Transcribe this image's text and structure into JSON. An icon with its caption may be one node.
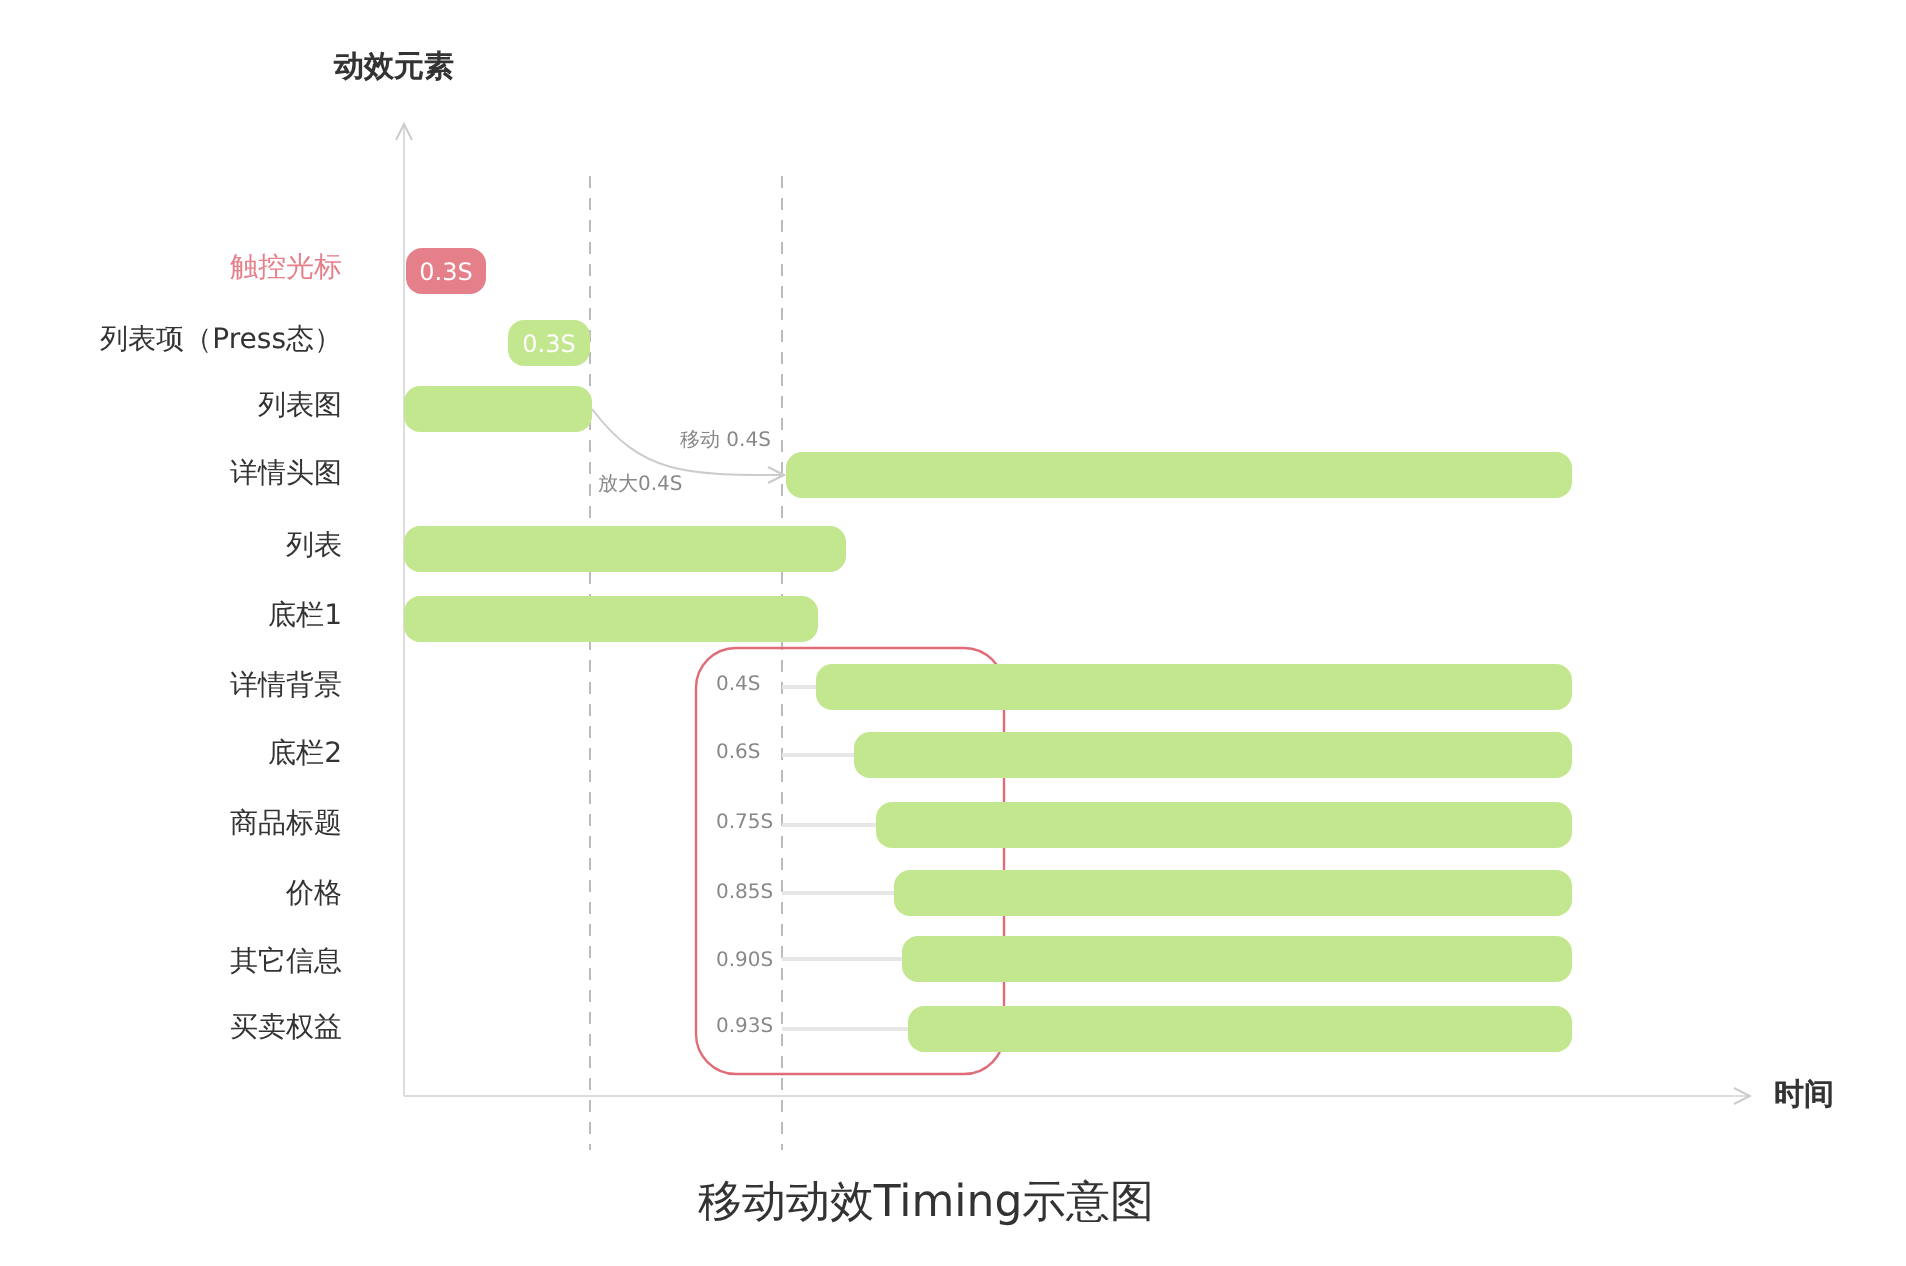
{
  "diagram": {
    "caption": "移动动效Timing示意图",
    "nodes": [
      {
        "text": [
          "0.3S"
        ]
      },
      {
        "text": [
          "0.3S"
        ]
      },
      {
        "text": [],
        "shape": "bar"
      },
      {
        "text": [],
        "shape": "bar"
      },
      {
        "text": [],
        "shape": "bar"
      },
      {
        "text": [],
        "shape": "bar"
      },
      {
        "text": [],
        "shape": "bar"
      },
      {
        "text": [],
        "shape": "bar"
      },
      {
        "text": [],
        "shape": "bar"
      },
      {
        "text": [],
        "shape": "bar"
      },
      {
        "text": [],
        "shape": "bar"
      },
      {
        "text": [],
        "shape": "bar"
      }
    ],
    "edges": [
      {
        "from": 2,
        "to": 3,
        "arrow": "to",
        "label": "移动 0.4S"
      }
    ],
    "labels": [
      "动效元素",
      "触控光标",
      "列表项（Press态）",
      "列表图",
      "详情头图",
      "列表",
      "底栏1",
      "详情背景",
      "底栏2",
      "商品标题",
      "价格",
      "其它信息",
      "买卖权益",
      "放大0.4S",
      "0.4S",
      "0.6S",
      "0.75S",
      "0.85S",
      "0.90S",
      "0.93S",
      "时间"
    ]
  }
}
